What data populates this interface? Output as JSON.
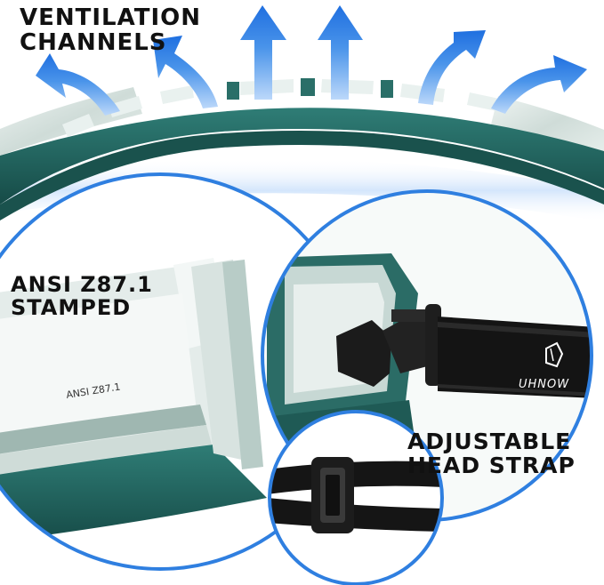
{
  "captions": {
    "ventilation": [
      "VENTILATION",
      "CHANNELS"
    ],
    "ansi": [
      "ANSI Z87.1",
      "STAMPED"
    ],
    "strap": [
      "ADJUSTABLE",
      "HEAD STRAP"
    ]
  },
  "lens_stamp": "ANSI Z87.1",
  "brand_logo": "UHNOW",
  "colors": {
    "accent_blue": "#2f7fe0",
    "frame_teal": "#1f5f5a",
    "strap_black": "#141414",
    "text": "#111111"
  },
  "icons": [
    "airflow-arrow-icon",
    "brand-logo-icon"
  ]
}
